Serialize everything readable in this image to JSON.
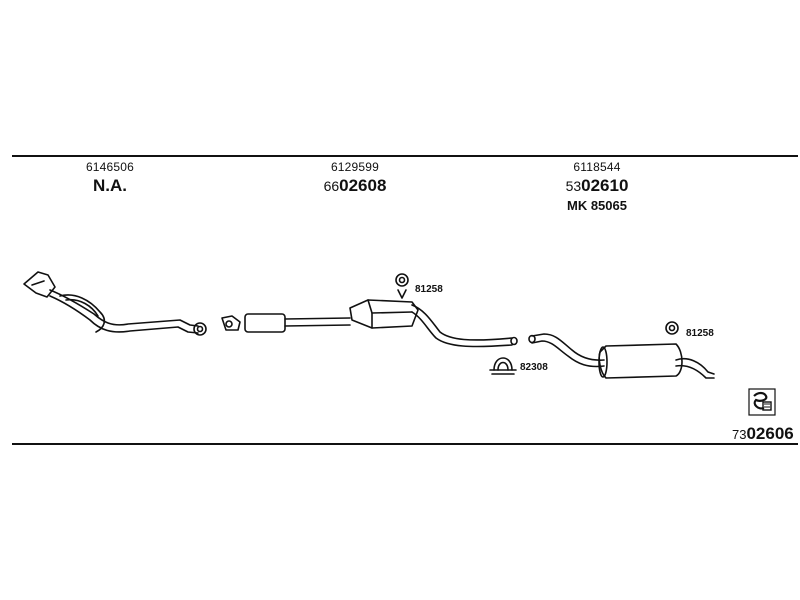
{
  "columns": [
    {
      "oe": "6146506",
      "prefix": "",
      "part": "N.A.",
      "mk": ""
    },
    {
      "oe": "6129599",
      "prefix": "66",
      "part": "02608",
      "mk": ""
    },
    {
      "oe": "6118544",
      "prefix": "53",
      "part": "02610",
      "mk": "MK  85065"
    }
  ],
  "callouts": {
    "hanger_top": "81258",
    "clamp": "82308",
    "hanger_rear": "81258"
  },
  "drawing": {
    "prefix": "73",
    "number": "02606"
  },
  "icons": {
    "logo": "parts-catalog-logo"
  }
}
